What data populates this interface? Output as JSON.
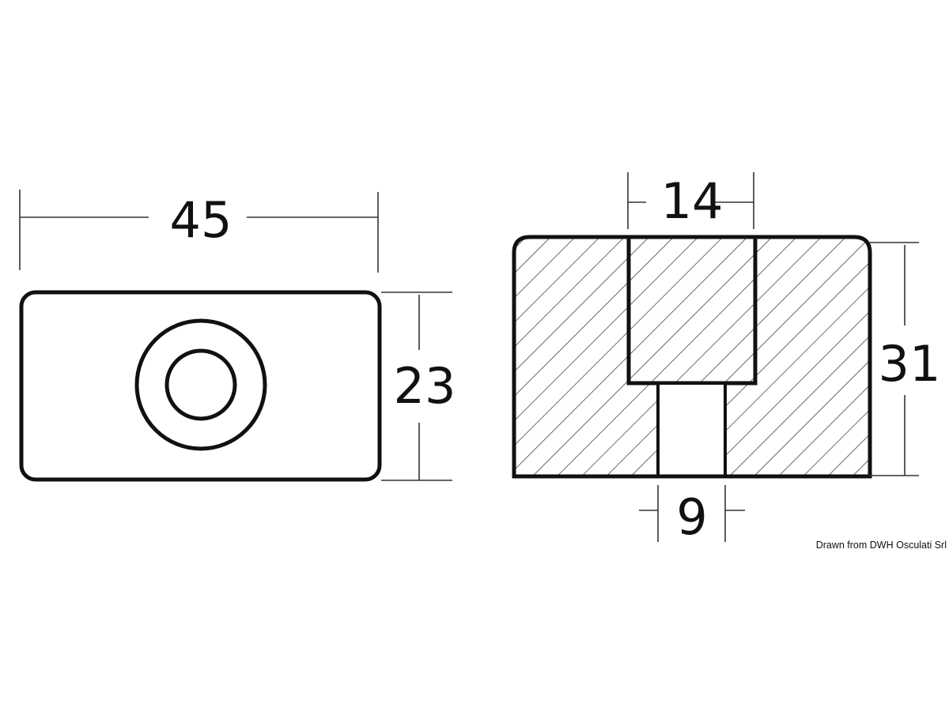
{
  "drawing": {
    "top_view": {
      "width_dimension": "45",
      "height_dimension": "23"
    },
    "section_view": {
      "counterbore_dimension": "14",
      "height_dimension": "31",
      "bore_dimension": "9"
    },
    "credit": "Drawn from DWH Osculati Srl",
    "colors": {
      "line": "#111111",
      "background": "#ffffff"
    }
  }
}
